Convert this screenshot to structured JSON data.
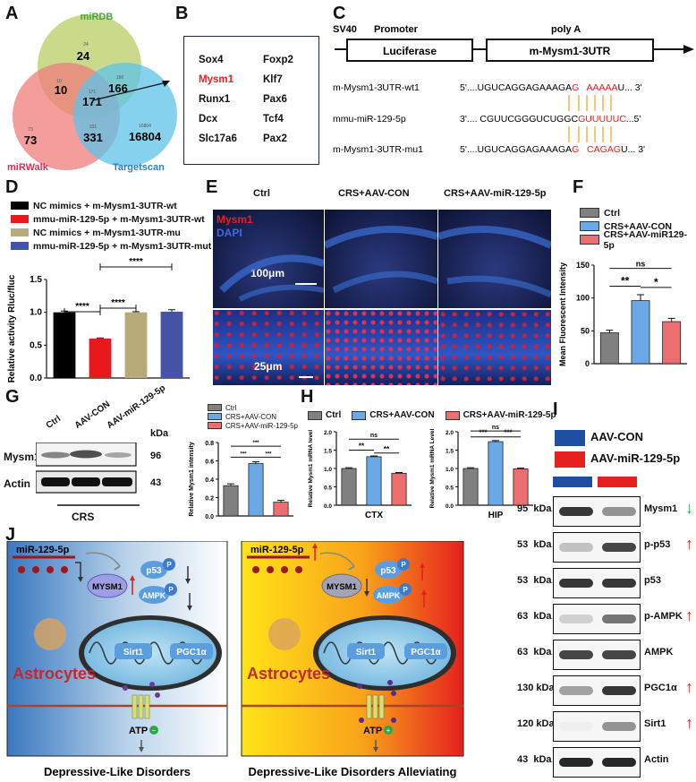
{
  "panels": [
    "A",
    "B",
    "C",
    "D",
    "E",
    "F",
    "G",
    "H",
    "I",
    "J"
  ],
  "venn": {
    "sets": [
      "miRDB",
      "miRWalk",
      "Targetscan"
    ],
    "counts": {
      "mirdb_only": "24",
      "mirdb_mirwalk": "10",
      "mirdb_targetscan": "166",
      "all": "171",
      "mirwalk_only": "73",
      "mirwalk_targetscan": "331",
      "targetscan_only": "16804"
    },
    "small_counts": {
      "a": "24",
      "b": "10",
      "c": "166",
      "d": "171",
      "e": "73",
      "f": "331",
      "g": "16804"
    }
  },
  "gene_list": [
    "Sox4",
    "Foxp2",
    "Mysm1",
    "Klf7",
    "Runx1",
    "Pax6",
    "Dcx",
    "Tcf4",
    "Slc17a6",
    "Pax2"
  ],
  "construct": {
    "sv40": "SV40",
    "promoter": "Promoter",
    "polya": "poly A",
    "luciferase": "Luciferase",
    "utr": "m-Mysm1-3UTR",
    "rows": [
      {
        "name": "m-Mysm1-3UTR-wt1",
        "prefix": "5'....UGUCAGGAGAAAGA",
        "hl": "G   AAAAA",
        "suffix": "U...  3'"
      },
      {
        "name": "mmu-miR-129-5p",
        "prefix": "3'.... CGUUCGGGUCUGGC",
        "hl": "GUUUUUC",
        "suffix": "...5'"
      },
      {
        "name": "m-Mysm1-3UTR-mu1",
        "prefix": "5'....UGUCAGGAGAAAGA",
        "hl": "G   CAGAG",
        "suffix": "U...  3'"
      }
    ]
  },
  "luciferase": {
    "legend": [
      "NC mimics + m-Mysm1-3UTR-wt",
      "mmu-miR-129-5p + m-Mysm1-3UTR-wt",
      "NC mimics + m-Mysm1-3UTR-mu",
      "mmu-miR-129-5p + m-Mysm1-3UTR-mut"
    ],
    "ylabel": "Relative activity Rluc/fluc",
    "sig": [
      "****",
      "****",
      "****"
    ]
  },
  "chart_data": [
    {
      "type": "bar",
      "panel": "D",
      "categories": [
        "NC mimics + m-Mysm1-3UTR-wt",
        "mmu-miR-129-5p + m-Mysm1-3UTR-wt",
        "NC mimics + m-Mysm1-3UTR-mu",
        "mmu-miR-129-5p + m-Mysm1-3UTR-mut"
      ],
      "values": [
        1.0,
        0.6,
        1.0,
        1.01
      ],
      "errors": [
        0.02,
        0.01,
        0.01,
        0.03
      ],
      "ylim": [
        0,
        1.5
      ],
      "yticks": [
        "0.0",
        "0.5",
        "1.0",
        "1.5"
      ],
      "ylabel": "Relative activity Rluc/fluc",
      "colors": [
        "#000000",
        "#e8191b",
        "#b8ab7a",
        "#4553a6"
      ]
    },
    {
      "type": "bar",
      "panel": "F",
      "categories": [
        "Ctrl",
        "CRS+AAV-CON",
        "CRS+AAV-miR129-5p"
      ],
      "values": [
        47,
        96,
        64
      ],
      "errors": [
        4,
        9,
        5
      ],
      "ylim": [
        0,
        150
      ],
      "yticks": [
        "0",
        "50",
        "100",
        "150"
      ],
      "ylabel": "Mean Fluorescent Intensity",
      "colors": [
        "#808080",
        "#6aa8e6",
        "#ec6e6e"
      ]
    },
    {
      "type": "bar",
      "panel": "G",
      "categories": [
        "Ctrl",
        "CRS+AAV-CON",
        "CRS+AAV-miR-129-5p"
      ],
      "values": [
        0.33,
        0.57,
        0.15
      ],
      "errors": [
        0.02,
        0.02,
        0.02
      ],
      "ylim": [
        0,
        0.8
      ],
      "yticks": [
        "0.0",
        "0.2",
        "0.4",
        "0.6",
        "0.8"
      ],
      "ylabel": "Relative Mysm1 intensity",
      "colors": [
        "#808080",
        "#6aa8e6",
        "#ec6e6e"
      ]
    },
    {
      "type": "bar",
      "panel": "H-CTX",
      "categories": [
        "Ctrl",
        "CRS+AAV-CON",
        "CRS+AAV-miR-129-5p"
      ],
      "values": [
        1.0,
        1.32,
        0.87
      ],
      "errors": [
        0.02,
        0.02,
        0.02
      ],
      "ylim": [
        0,
        2.0
      ],
      "yticks": [
        "0.0",
        "0.5",
        "1.0",
        "1.5",
        "2.0"
      ],
      "ylabel": "Relative Mysm1 mRNA level",
      "xlabel": "CTX",
      "colors": [
        "#808080",
        "#6aa8e6",
        "#ec6e6e"
      ]
    },
    {
      "type": "bar",
      "panel": "H-HIP",
      "categories": [
        "Ctrl",
        "CRS+AAV-CON",
        "CRS+AAV-miR-129-5p"
      ],
      "values": [
        1.0,
        1.73,
        0.99
      ],
      "errors": [
        0.02,
        0.03,
        0.02
      ],
      "ylim": [
        0,
        2.0
      ],
      "yticks": [
        "0.0",
        "0.5",
        "1.0",
        "1.5",
        "2.0"
      ],
      "ylabel": "Relative Mysm1 mRNA Level",
      "xlabel": "HIP",
      "colors": [
        "#808080",
        "#6aa8e6",
        "#ec6e6e"
      ]
    }
  ],
  "panelF": {
    "legend": [
      "Ctrl",
      "CRS+AAV-CON",
      "CRS+AAV-miR129-5p"
    ],
    "sig": [
      "ns",
      "**",
      "*"
    ]
  },
  "panelE": {
    "cols": [
      "Ctrl",
      "CRS+AAV-CON",
      "CRS+AAV-miR-129-5p"
    ],
    "stain1": "Mysm1",
    "stain2": "DAPI",
    "scale1": "100μm",
    "scale2": "25μm"
  },
  "panelG": {
    "lanes": [
      "Ctrl",
      "AAV-CON",
      "AAV-miR-129-5p"
    ],
    "kda": "kDa",
    "rows": [
      {
        "name": "Mysm1",
        "kda": "96"
      },
      {
        "name": "Actin",
        "kda": "43"
      }
    ],
    "group": "CRS",
    "legend": [
      "Ctrl",
      "CRS+AAV-CON",
      "CRS+AAV-miR-129-5p"
    ],
    "sig": [
      "***",
      "***",
      "***"
    ]
  },
  "panelH": {
    "legend": [
      "Ctrl",
      "CRS+AAV-CON",
      "CRS+AAV-miR-129-5p"
    ],
    "ctx_sig": [
      "ns",
      "**",
      "**"
    ],
    "hip_sig": [
      "ns",
      "***",
      "***"
    ]
  },
  "panelI": {
    "legend": [
      "AAV-CON",
      "AAV-miR-129-5p"
    ],
    "rows": [
      {
        "kda": "95  kDa",
        "name": "Mysm1",
        "arrow": "down"
      },
      {
        "kda": "53  kDa",
        "name": "p-p53",
        "arrow": "up"
      },
      {
        "kda": "53  kDa",
        "name": "p53",
        "arrow": ""
      },
      {
        "kda": "63  kDa",
        "name": "p-AMPK",
        "arrow": "up"
      },
      {
        "kda": "63  kDa",
        "name": "AMPK",
        "arrow": ""
      },
      {
        "kda": "130 kDa",
        "name": "PGC1α",
        "arrow": "up"
      },
      {
        "kda": "120 kDa",
        "name": "Sirt1",
        "arrow": "up"
      },
      {
        "kda": "43  kDa",
        "name": "Actin",
        "arrow": ""
      }
    ]
  },
  "panelJ": {
    "left": {
      "mirna": "miR-129-5p",
      "target": "MYSM1",
      "p53": "p53",
      "ampk": "AMPK",
      "p": "P",
      "sirt1": "Sirt1",
      "pgc": "PGC1α",
      "cell": "Astrocytes",
      "atp": "ATP",
      "caption": "Depressive-Like Disorders"
    },
    "right": {
      "mirna": "miR-129-5p",
      "target": "MYSM1",
      "p53": "p53",
      "ampk": "AMPK",
      "p": "P",
      "sirt1": "Sirt1",
      "pgc": "PGC1α",
      "cell": "Astrocytes",
      "atp": "ATP",
      "caption": "Depressive-Like Disorders Alleviating"
    }
  },
  "colors": {
    "ctrl": "#808080",
    "con": "#6aa8e6",
    "mir": "#ec6e6e",
    "wb_con": "#1f4fa3",
    "wb_mir": "#e5201e",
    "up": "#e5201e",
    "down": "#2aa84a"
  }
}
